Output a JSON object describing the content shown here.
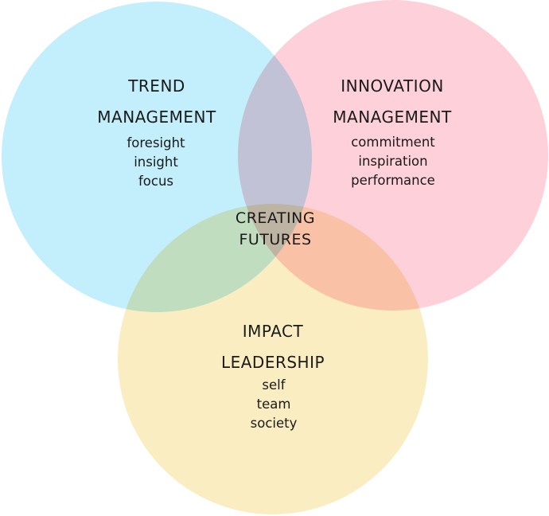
{
  "diagram": {
    "colors": {
      "trend": "#c3eefb",
      "innovation": "#fdd0da",
      "impact": "#fbedc2",
      "text": "#1a1a1a"
    },
    "trend": {
      "title_line1": "TREND",
      "title_line2": "MANAGEMENT",
      "items": [
        "foresight",
        "insight",
        "focus"
      ]
    },
    "innovation": {
      "title_line1": "INNOVATION",
      "title_line2": "MANAGEMENT",
      "items": [
        "commitment",
        "inspiration",
        "performance"
      ]
    },
    "impact": {
      "title_line1": "IMPACT",
      "title_line2": "LEADERSHIP",
      "items": [
        "self",
        "team",
        "society"
      ]
    },
    "center": {
      "line1": "CREATING",
      "line2": "FUTURES"
    }
  }
}
